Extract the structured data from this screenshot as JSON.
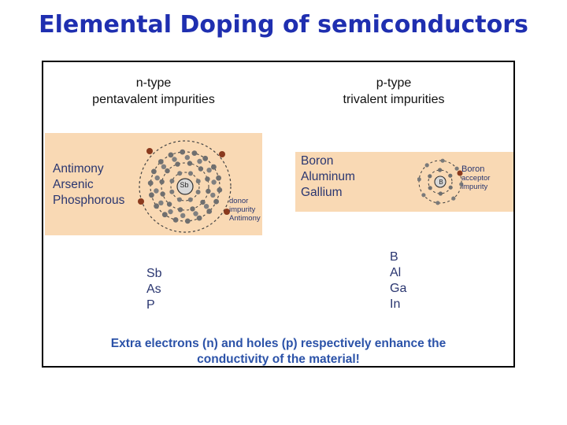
{
  "slide": {
    "title": "Elemental Doping of semiconductors"
  },
  "ntype": {
    "header_line1": "n-type",
    "header_line2": "pentavalent impurities",
    "elements": [
      "Antimony",
      "Arsenic",
      "Phosphorous"
    ],
    "atom_symbol": "Sb",
    "atom_labels": [
      "donor",
      "impurity",
      "Antimony"
    ],
    "symbols": [
      "Sb",
      "As",
      "P"
    ]
  },
  "ptype": {
    "header_line1": "p-type",
    "header_line2": "trivalent impurities",
    "elements": [
      "Boron",
      "Aluminum",
      "Gallium"
    ],
    "atom_symbol": "B",
    "atom_labels": [
      "Boron",
      "acceptor",
      "impurity"
    ],
    "symbols": [
      "B",
      "Al",
      "Ga",
      "In"
    ]
  },
  "footer": {
    "line1": "Extra electrons (n) and holes (p) respectively enhance the",
    "line2": "conductivity of the material!"
  },
  "colors": {
    "title": "#1f2fb0",
    "band": "#f9d9b4",
    "text": "#2a3670",
    "footer": "#2b52a8"
  }
}
